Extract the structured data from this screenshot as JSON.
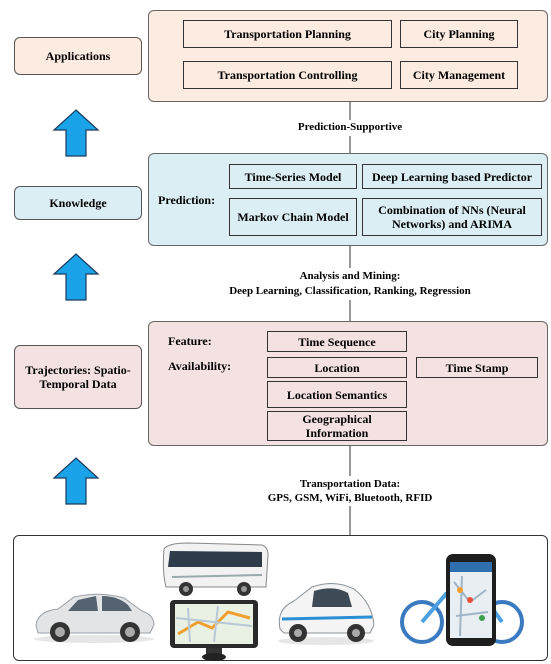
{
  "side_labels": {
    "applications": "Applications",
    "knowledge": "Knowledge",
    "trajectories": "Trajectories: Spatio-Temporal Data"
  },
  "applications": {
    "items": [
      "Transportation Planning",
      "City Planning",
      "Transportation Controlling",
      "City Management"
    ]
  },
  "connectors": {
    "prediction_supportive": "Prediction-Supportive",
    "analysis_title": "Analysis and Mining:",
    "analysis_methods": "Deep Learning, Classification, Ranking, Regression",
    "transport_title": "Transportation Data:",
    "transport_sources": "GPS, GSM, WiFi, Bluetooth, RFID"
  },
  "prediction": {
    "label": "Prediction:",
    "models": [
      "Time-Series Model",
      "Deep Learning based Predictor",
      "Markov Chain Model",
      "Combination of NNs (Neural Networks) and ARIMA"
    ]
  },
  "data_layer": {
    "feature_label": "Feature:",
    "availability_label": "Availability:",
    "time_sequence": "Time Sequence",
    "location": "Location",
    "time_stamp": "Time Stamp",
    "location_semantics": "Location Semantics",
    "geographical_information": "Geographical Information"
  },
  "colors": {
    "applications_fill": "#fcebe0",
    "knowledge_fill": "#dbeef4",
    "data_fill": "#f4e1e1",
    "arrow_fill": "#1aa3e8"
  },
  "sources_icons": [
    "car-icon",
    "bus-icon",
    "gps-navigator-icon",
    "electric-car-icon",
    "smartphone-bike-icon"
  ]
}
